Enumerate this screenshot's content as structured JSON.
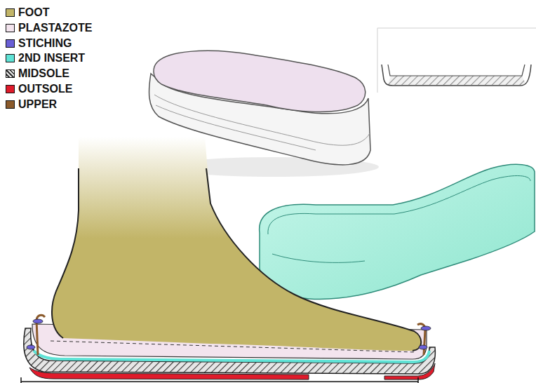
{
  "diagram": {
    "legend": [
      {
        "text": "FOOT",
        "color": "#c2b568"
      },
      {
        "text": "PLASTAZOTE",
        "color": "#f3e4ee"
      },
      {
        "text": "STICHING",
        "color": "#6a5fd6"
      },
      {
        "text": "2ND INSERT",
        "color": "#5fe3d6"
      },
      {
        "text": "MIDSOLE"
      },
      {
        "text": "OUTSOLE",
        "color": "#e01b2b"
      },
      {
        "text": "UPPER",
        "color": "#8b5a2b"
      }
    ]
  }
}
